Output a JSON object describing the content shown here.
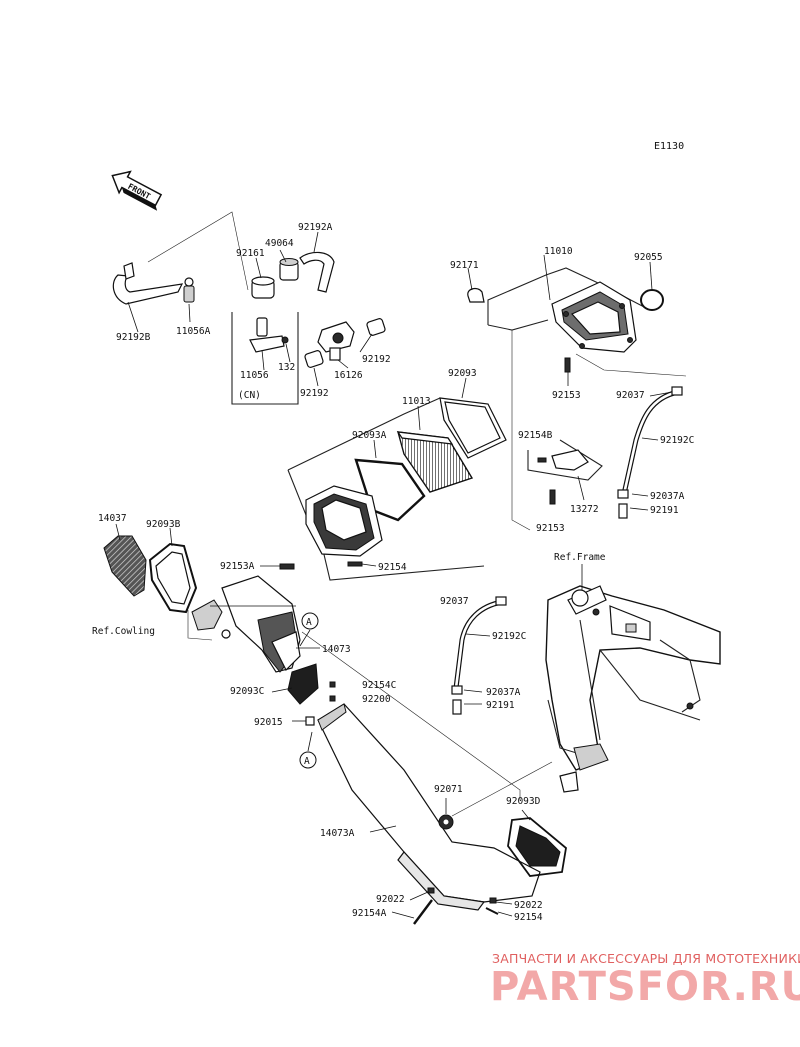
{
  "diagram": {
    "code": "E1130",
    "front_label": "FRONT",
    "ref_labels": {
      "frame": "Ref.Frame",
      "cowling": "Ref.Cowling"
    },
    "cn_label": "(CN)",
    "connector_letter": "A",
    "part_numbers": [
      {
        "id": "p-92192a",
        "text": "92192A"
      },
      {
        "id": "p-49064",
        "text": "49064"
      },
      {
        "id": "p-92161",
        "text": "92161"
      },
      {
        "id": "p-92192b",
        "text": "92192B"
      },
      {
        "id": "p-11056a",
        "text": "11056A"
      },
      {
        "id": "p-11056",
        "text": "11056"
      },
      {
        "id": "p-132",
        "text": "132"
      },
      {
        "id": "p-92192-1",
        "text": "92192"
      },
      {
        "id": "p-92192-2",
        "text": "92192"
      },
      {
        "id": "p-16126",
        "text": "16126"
      },
      {
        "id": "p-92171",
        "text": "92171"
      },
      {
        "id": "p-11010",
        "text": "11010"
      },
      {
        "id": "p-92055",
        "text": "92055"
      },
      {
        "id": "p-92153-1",
        "text": "92153"
      },
      {
        "id": "p-92037-1",
        "text": "92037"
      },
      {
        "id": "p-92192c-1",
        "text": "92192C"
      },
      {
        "id": "p-92037a-1",
        "text": "92037A"
      },
      {
        "id": "p-92191-1",
        "text": "92191"
      },
      {
        "id": "p-92093",
        "text": "92093"
      },
      {
        "id": "p-11013",
        "text": "11013"
      },
      {
        "id": "p-92093a",
        "text": "92093A"
      },
      {
        "id": "p-92154b",
        "text": "92154B"
      },
      {
        "id": "p-13272",
        "text": "13272"
      },
      {
        "id": "p-92153-2",
        "text": "92153"
      },
      {
        "id": "p-92154-1",
        "text": "92154"
      },
      {
        "id": "p-14037",
        "text": "14037"
      },
      {
        "id": "p-92093b",
        "text": "92093B"
      },
      {
        "id": "p-92153a",
        "text": "92153A"
      },
      {
        "id": "p-92037-2",
        "text": "92037"
      },
      {
        "id": "p-92192c-2",
        "text": "92192C"
      },
      {
        "id": "p-92037a-2",
        "text": "92037A"
      },
      {
        "id": "p-92191-2",
        "text": "92191"
      },
      {
        "id": "p-14073",
        "text": "14073"
      },
      {
        "id": "p-92093c",
        "text": "92093C"
      },
      {
        "id": "p-92154c",
        "text": "92154C"
      },
      {
        "id": "p-92200",
        "text": "92200"
      },
      {
        "id": "p-92015",
        "text": "92015"
      },
      {
        "id": "p-92071",
        "text": "92071"
      },
      {
        "id": "p-92093d",
        "text": "92093D"
      },
      {
        "id": "p-14073a",
        "text": "14073A"
      },
      {
        "id": "p-92022-1",
        "text": "92022"
      },
      {
        "id": "p-92022-2",
        "text": "92022"
      },
      {
        "id": "p-92154a",
        "text": "92154A"
      },
      {
        "id": "p-92154-2",
        "text": "92154"
      }
    ]
  },
  "watermark": {
    "tagline": "ЗАПЧАСТИ И АКСЕССУАРЫ ДЛЯ МОТОТЕХНИКИ",
    "brand": "PARTSFOR.RU",
    "color": "#e06060"
  }
}
